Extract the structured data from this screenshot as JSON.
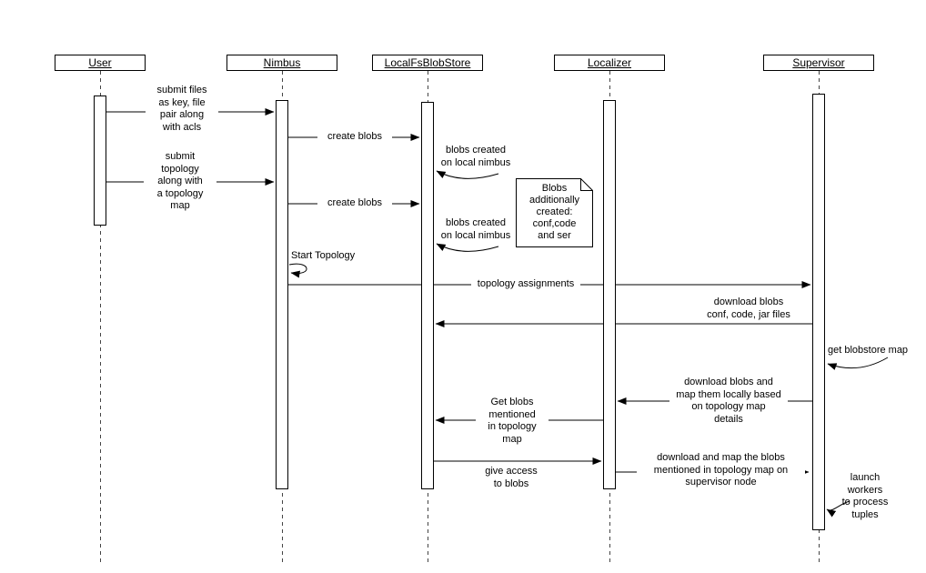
{
  "diagram": {
    "lifelines": [
      {
        "label": "User"
      },
      {
        "label": "Nimbus"
      },
      {
        "label": "LocalFsBlobStore"
      },
      {
        "label": "Localizer"
      },
      {
        "label": "Supervisor"
      }
    ],
    "messages": {
      "submit_files": "submit files\nas key, file\npair along\nwith acls",
      "create_blobs_1": "create blobs",
      "blobs_created_1": "blobs created\non local nimbus",
      "submit_topology": "submit\ntopology\nalong with\na topology\nmap",
      "create_blobs_2": "create blobs",
      "blobs_created_2": "blobs created\non local nimbus",
      "start_topology": "Start Topology",
      "topology_assignments": "topology assignments",
      "download_blobs": "download blobs\nconf, code, jar files",
      "get_blobstore_map": "get blobstore map",
      "download_map_locally": "download blobs and\nmap them locally based\non topology map\ndetails",
      "get_blobs_mentioned": "Get blobs\nmentioned\nin topology\nmap",
      "give_access": "give access\nto blobs",
      "download_map_supervisor": "download and map the blobs\nmentioned in topology map on\nsupervisor node",
      "launch_workers": "launch\nworkers\nto process\ntuples"
    },
    "note": "Blobs\nadditionally\ncreated:\nconf,code\nand ser",
    "colors": {
      "line": "#000000",
      "background": "#ffffff"
    }
  }
}
